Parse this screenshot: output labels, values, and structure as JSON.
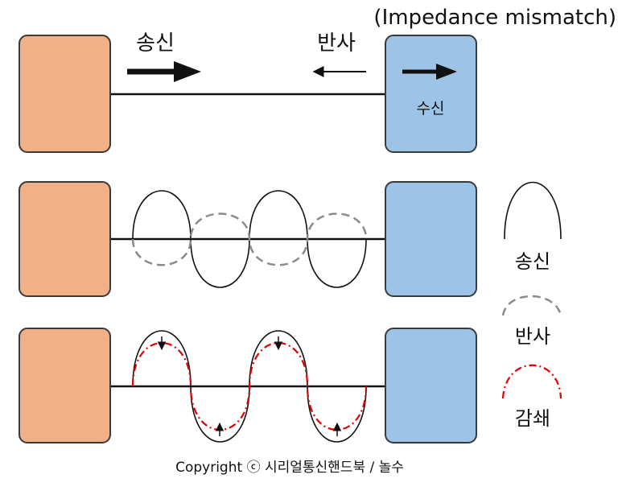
{
  "header": {
    "mismatch_label": "(Impedance mismatch)"
  },
  "row1": {
    "send_label": "송신",
    "reflect_label": "반사",
    "receiver_label": "수신"
  },
  "legend": {
    "transmit_label": "송신",
    "reflect_label": "반사",
    "attenuation_label": "감쇄"
  },
  "footer": {
    "copyright": "Copyright ⓒ 시리얼통신핸드북 / 놀수"
  },
  "colors": {
    "source_fill": "#f2b086",
    "receiver_fill": "#9dc3e6",
    "box_stroke": "#3a3a3a",
    "line": "#111111",
    "reflect": "#8c8c8c",
    "attenuation": "#e00000",
    "mismatch_text": "#e02020"
  }
}
